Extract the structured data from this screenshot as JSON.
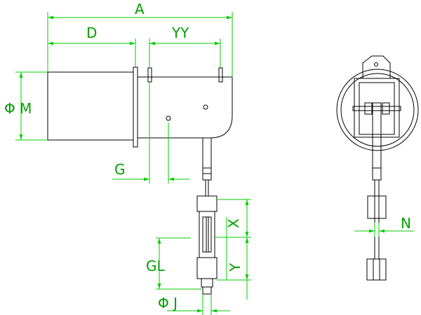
{
  "diagram": {
    "dimensions": {
      "A": "A",
      "D": "D",
      "YY": "YY",
      "M": "Φ M",
      "G": "G",
      "X": "X",
      "Y": "Y",
      "GL": "GL",
      "J": "Φ J",
      "N": "N"
    },
    "colors": {
      "dimension": "#00cc00",
      "dimension_text": "#00a000",
      "outline": "#000000",
      "background": "#ffffff"
    }
  }
}
